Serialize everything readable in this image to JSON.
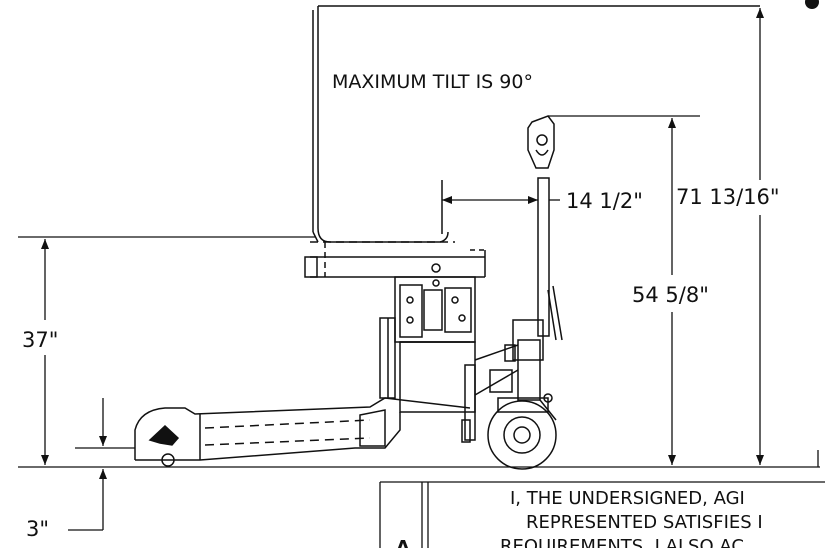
{
  "note": "MAXIMUM TILT IS 90°",
  "dimensions": {
    "reach": "14 1/2\"",
    "overall_height": "71 13/16\"",
    "handle_height": "54 5/8\"",
    "lift_height": "37\"",
    "fork_height": "3\""
  },
  "title_block": {
    "letter": "A",
    "line1": "I, THE UNDERSIGNED, AGI",
    "line2": "REPRESENTED SATISFIES I",
    "line3": "REQUIREMENTS. I ALSO AC",
    "edge_mark": "I"
  }
}
